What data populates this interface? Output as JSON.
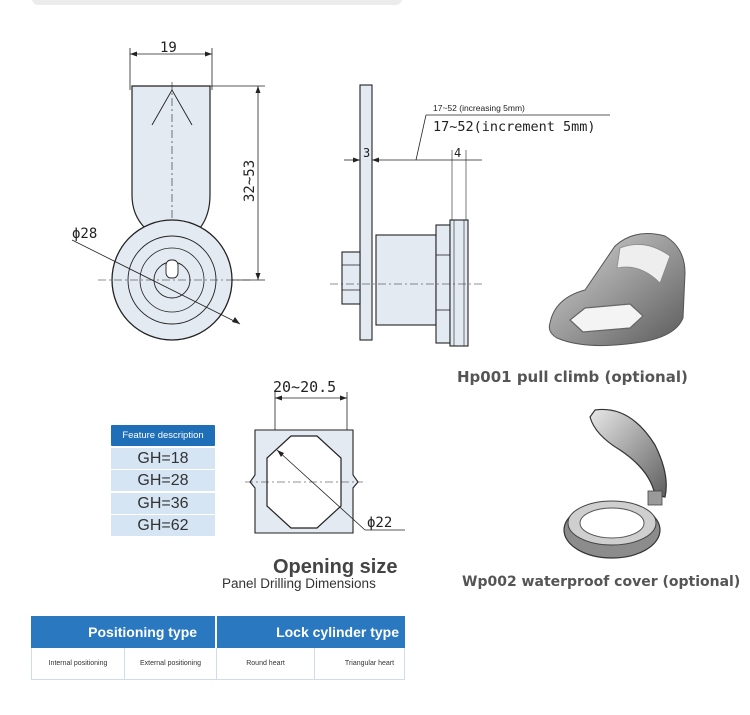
{
  "front_view": {
    "width_label": "19",
    "height_label": "32~53",
    "diameter_label": "ϕ28"
  },
  "side_view": {
    "length_note": "17~52 (increasing 5mm)",
    "length_label": "17~52(increment 5mm)",
    "thickness_label": "3",
    "offset_label": "4"
  },
  "accessories": {
    "hp001": "Hp001 pull climb (optional)",
    "wp002": "Wp002 waterproof cover (optional)"
  },
  "feature_table": {
    "header": "Feature description",
    "rows": [
      "GH=18",
      "GH=28",
      "GH=36",
      "GH=62"
    ]
  },
  "opening": {
    "width_label": "20~20.5",
    "diameter_label": "ϕ22",
    "title": "Opening size",
    "subtitle": "Panel Drilling Dimensions"
  },
  "type_table": {
    "positioning_header": "Positioning type",
    "cylinder_header": "Lock cylinder type",
    "cells": [
      "Internal positioning",
      "External positioning",
      "Round heart",
      "Triangular heart"
    ]
  },
  "colors": {
    "accent": "#1f6fb8",
    "metal_fill": "#e4eaf2",
    "line": "#222222"
  }
}
